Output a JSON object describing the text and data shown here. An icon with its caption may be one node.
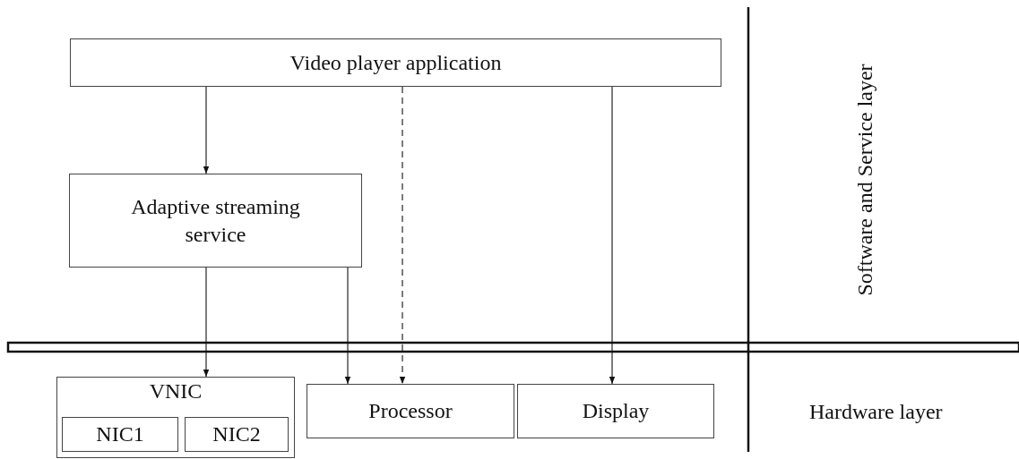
{
  "diagram": {
    "nodes": [
      {
        "text": [
          "Video player application"
        ]
      },
      {
        "text": [
          "Adaptive streaming service"
        ]
      },
      {
        "text": [
          "VNIC"
        ]
      },
      {
        "text": [
          "NIC1"
        ],
        "in": 2
      },
      {
        "text": [
          "NIC2"
        ],
        "in": 2
      },
      {
        "text": [
          "Processor"
        ]
      },
      {
        "text": [
          "Display"
        ]
      }
    ],
    "edges": [
      {
        "from": 0,
        "to": 1,
        "arrow": "to"
      },
      {
        "from": 1,
        "to": 2,
        "arrow": "to"
      },
      {
        "from": 1,
        "to": 5,
        "arrow": "to"
      },
      {
        "from": 0,
        "to": 5,
        "arrow": "to",
        "style": "dashed"
      },
      {
        "from": 0,
        "to": 6,
        "arrow": "to"
      }
    ],
    "labels": [
      "Software and Service layer",
      "Hardware layer"
    ]
  }
}
